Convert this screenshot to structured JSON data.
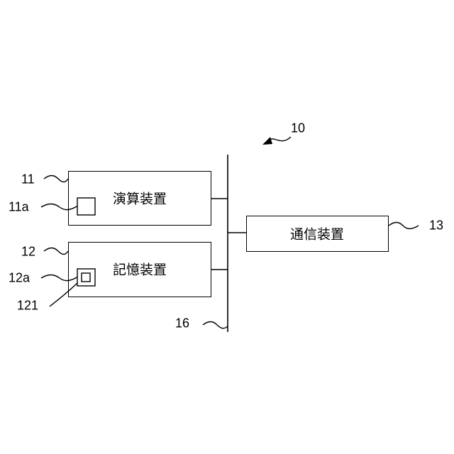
{
  "figure": {
    "system_ref": "10",
    "blocks": {
      "compute": {
        "ref": "11",
        "label": "演算装置",
        "part_ref": "11a"
      },
      "storage": {
        "ref": "12",
        "label": "記憶装置",
        "part_ref": "12a",
        "sub_part_ref": "121"
      },
      "comm": {
        "ref": "13",
        "label": "通信装置"
      }
    },
    "bus_ref": "16"
  },
  "colors": {
    "line": "#000000",
    "background": "#ffffff"
  }
}
